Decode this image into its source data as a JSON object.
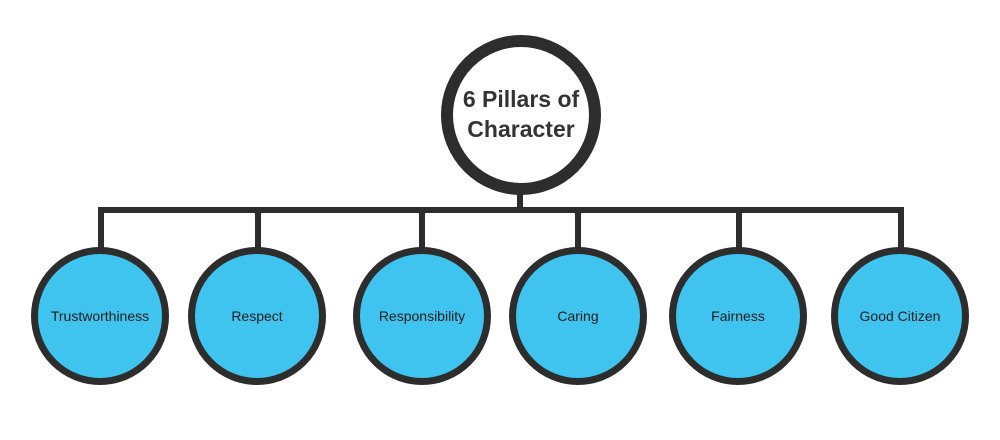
{
  "diagram": {
    "root": {
      "title": "6 Pillars of Character"
    },
    "pillars": [
      {
        "label": "Trustworthiness"
      },
      {
        "label": "Respect"
      },
      {
        "label": "Responsibility"
      },
      {
        "label": "Caring"
      },
      {
        "label": "Fairness"
      },
      {
        "label": "Good Citizen"
      }
    ]
  },
  "colors": {
    "line": "#2d2d2d",
    "pillar_fill": "#3ec4ee",
    "root_fill": "#ffffff"
  }
}
